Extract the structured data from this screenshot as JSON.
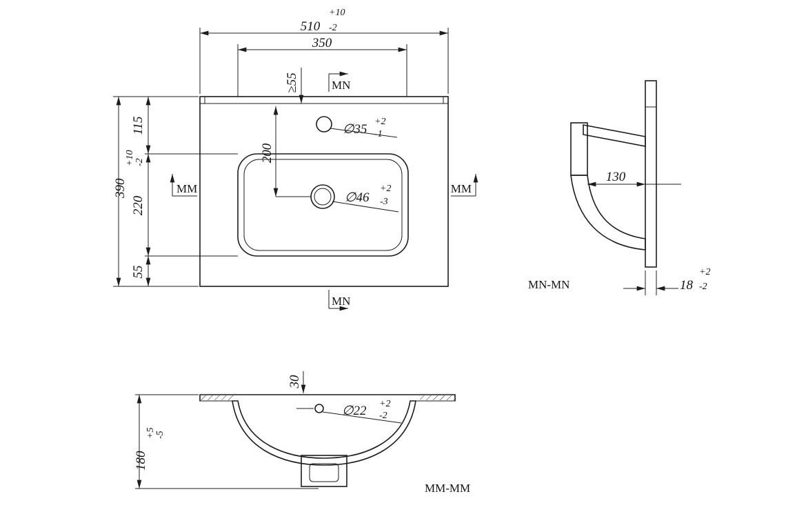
{
  "colors": {
    "background": "#ffffff",
    "line": "#1c1c1c"
  },
  "top_view": {
    "width_dim": {
      "plus": "+10",
      "value": "510",
      "minus": "-2"
    },
    "basin_width_dim": {
      "value": "350"
    },
    "min_edge_dim": {
      "value": "≥55"
    },
    "height_dim": {
      "plus": "+10",
      "value": "390",
      "minus": "-2"
    },
    "seg_115": "115",
    "seg_220": "220",
    "seg_55": "55",
    "hole_offset_dim": "200",
    "faucet_hole": {
      "label": "∅35",
      "plus": "+2",
      "minus": "-1"
    },
    "drain_hole": {
      "label": "∅46",
      "plus": "+2",
      "minus": "-3"
    },
    "section_mn_top": "MN",
    "section_mn_bottom": "MN",
    "section_mm_left": "MM",
    "section_mm_right": "MM"
  },
  "side_view": {
    "depth_dim": "130",
    "apron_dim": {
      "plus": "+2",
      "value": "18",
      "minus": "-2"
    },
    "label": "MN-MN"
  },
  "front_view": {
    "hole_offset_dim": "30",
    "overflow_hole": {
      "label": "∅22",
      "plus": "+2",
      "minus": "-2"
    },
    "height_dim": {
      "plus": "+5",
      "value": "180",
      "minus": "-5"
    },
    "label": "MM-MM"
  }
}
